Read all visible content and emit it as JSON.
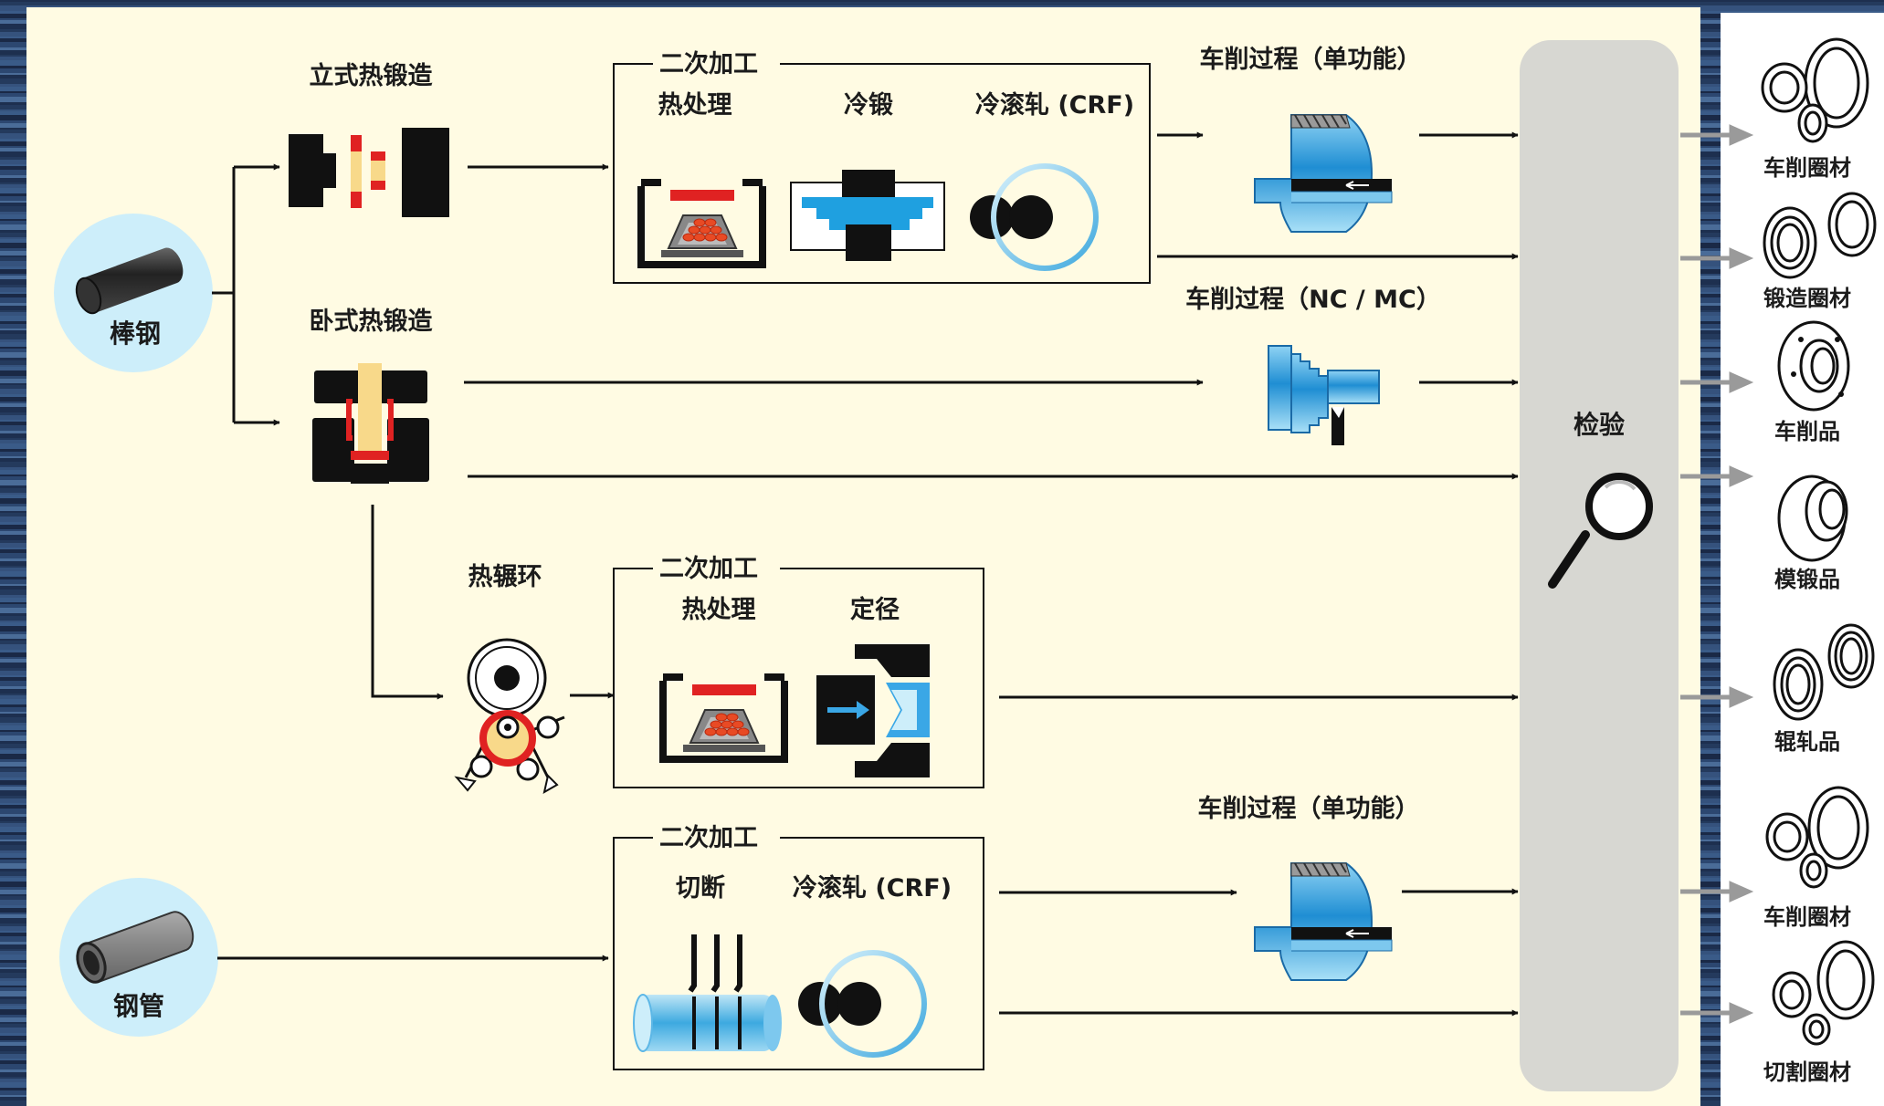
{
  "inputs": {
    "bar_steel": "棒钢",
    "steel_tube": "钢管"
  },
  "forging": {
    "vertical": "立式热锻造",
    "horizontal": "卧式热锻造",
    "ring_rolling": "热辗环"
  },
  "box1": {
    "title": "二次加工",
    "heat_treatment": "热处理",
    "cold_forging": "冷锻",
    "crf": "冷滚轧 (CRF)"
  },
  "box2": {
    "title": "二次加工",
    "heat_treatment": "热处理",
    "sizing": "定径"
  },
  "box3": {
    "title": "二次加工",
    "cutting": "切断",
    "crf": "冷滚轧 (CRF)"
  },
  "turning": {
    "single_top": "车削过程（单功能）",
    "nc_mc": "车削过程（NC / MC）",
    "single_bottom": "车削过程（单功能）"
  },
  "inspection": "检验",
  "products": [
    "车削圈材",
    "锻造圈材",
    "车削品",
    "模锻品",
    "辊轧品",
    "车削圈材",
    "切割圈材"
  ],
  "colors": {
    "background": "#fffbe3",
    "frame": "#2a3f63",
    "inspection_bar": "#d7d7d2",
    "input_circle": "#cdeefa",
    "tool_blue": "#36a6e0",
    "forging_red": "#e02222",
    "forging_yellow": "#f8d98a",
    "arrow": "#111111",
    "product_arrow": "#9a9a9a"
  }
}
